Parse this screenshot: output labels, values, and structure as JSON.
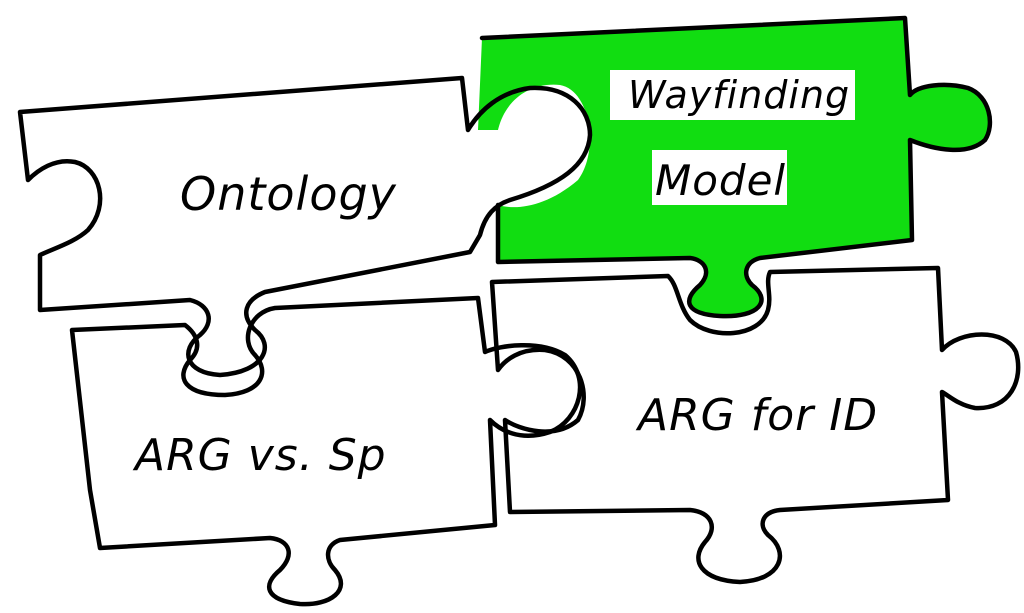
{
  "colors": {
    "highlight": "#11dd11",
    "ink": "#000000",
    "paper": "#ffffff"
  },
  "pieces": {
    "ontology": {
      "label": "Ontology"
    },
    "wayfinding": {
      "label_line1": "Wayfinding",
      "label_line2": "Model",
      "highlighted": true
    },
    "arg_vs_sp": {
      "label": "ARG vs. Sp"
    },
    "arg_for_id": {
      "label": "ARG for ID"
    }
  }
}
